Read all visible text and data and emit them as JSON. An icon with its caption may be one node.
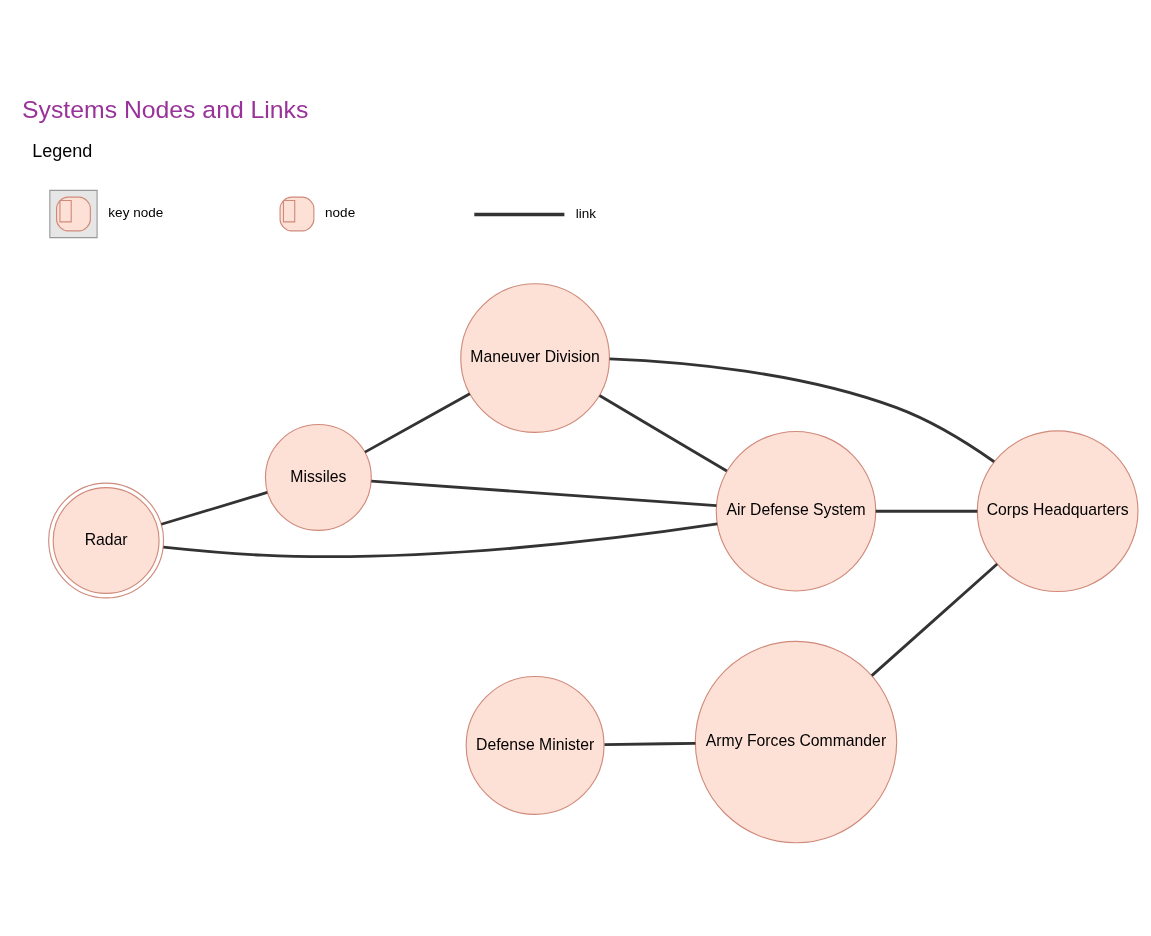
{
  "diagram": {
    "title": "Systems Nodes and Links",
    "nodes": [
      {
        "text": [
          "Maneuver Division"
        ]
      },
      {
        "text": [
          "Missiles"
        ]
      },
      {
        "text": [
          "Radar"
        ]
      },
      {
        "text": [
          "Corps Headquarters"
        ]
      },
      {
        "text": [
          "Air Defense System"
        ]
      },
      {
        "text": [
          "Defense Minister"
        ]
      },
      {
        "text": [
          "Army Forces Commander"
        ]
      }
    ],
    "edges": [
      {
        "from": 1,
        "to": 0,
        "arrow": "none"
      },
      {
        "from": 2,
        "to": 1,
        "arrow": "none"
      },
      {
        "from": 1,
        "to": 4,
        "arrow": "none"
      },
      {
        "from": 0,
        "to": 4,
        "arrow": "none"
      },
      {
        "from": 0,
        "to": 3,
        "arrow": "none"
      },
      {
        "from": 2,
        "to": 4,
        "arrow": "none"
      },
      {
        "from": 4,
        "to": 3,
        "arrow": "none"
      },
      {
        "from": 6,
        "to": 3,
        "arrow": "none"
      },
      {
        "from": 5,
        "to": 6,
        "arrow": "none"
      }
    ],
    "labels": [
      "Legend"
    ],
    "legend": [
      {
        "text": "key node"
      },
      {
        "text": "node"
      },
      {
        "text": "link"
      }
    ]
  }
}
